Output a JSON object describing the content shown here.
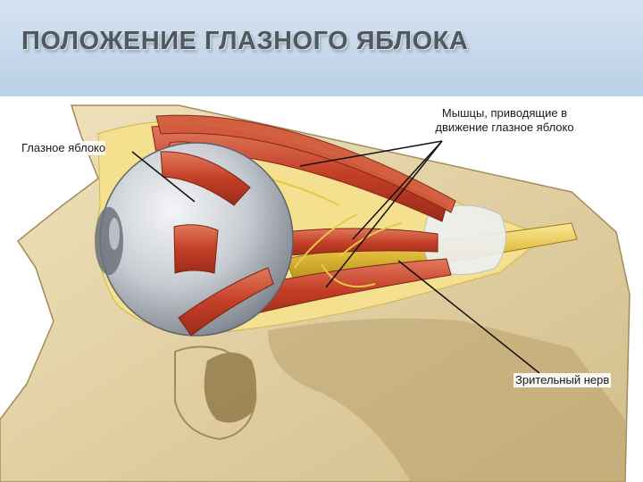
{
  "slide": {
    "title": "ПОЛОЖЕНИЕ ГЛАЗНОГО ЯБЛОКА"
  },
  "labels": {
    "eyeball": "Глазное яблоко",
    "muscles": "Мышцы, приводящие в движение глазное яблоко",
    "optic_nerve": "Зрительный нерв"
  },
  "colors": {
    "title_band": "#c8d9ec",
    "title_text": "#505860",
    "bone": "#e8d7a9",
    "fat": "#f3dd85",
    "muscle": "#c9452c",
    "eyeball": "#c9ccd0",
    "nerve": "#e3c24a"
  }
}
